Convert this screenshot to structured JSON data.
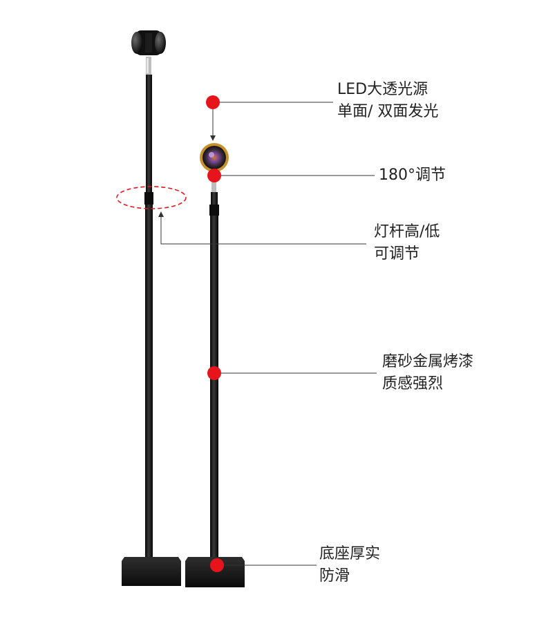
{
  "annotations": {
    "led": {
      "line1": "LED大透光源",
      "line2": "单面/ 双面发光"
    },
    "rotate": {
      "line1": "180°调节"
    },
    "height": {
      "line1": "灯杆高/低",
      "line2": "可调节"
    },
    "finish": {
      "line1": "磨砂金属烤漆",
      "line2": "质感强烈"
    },
    "base": {
      "line1": "底座厚实",
      "line2": "防滑"
    }
  },
  "colors": {
    "marker": "#e8141c",
    "pole": "#151515",
    "leader": "#333333",
    "highlight": "#3a3a3a"
  },
  "icons": {
    "marker": "red-dot-marker",
    "pointer": "arrow-pointer-icon",
    "highlight": "dashed-ellipse-highlight"
  }
}
